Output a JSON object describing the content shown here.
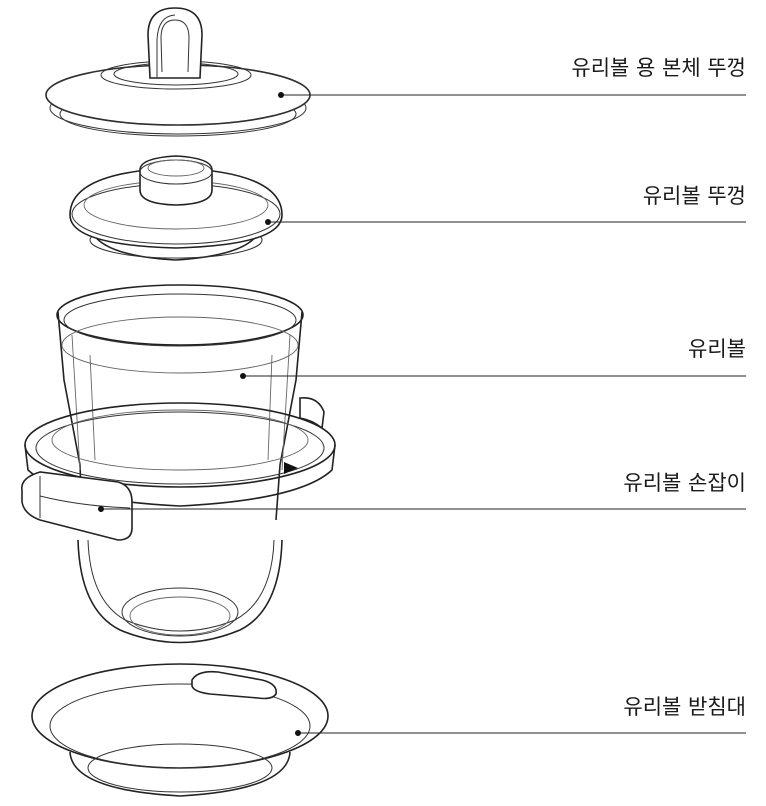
{
  "labels": [
    {
      "id": "body-lid",
      "text": "유리볼 용 본체 뚜껑"
    },
    {
      "id": "bowl-lid",
      "text": "유리볼 뚜껑"
    },
    {
      "id": "bowl",
      "text": "유리볼"
    },
    {
      "id": "handle",
      "text": "유리볼 손잡이"
    },
    {
      "id": "stand",
      "text": "유리볼 받침대"
    }
  ]
}
